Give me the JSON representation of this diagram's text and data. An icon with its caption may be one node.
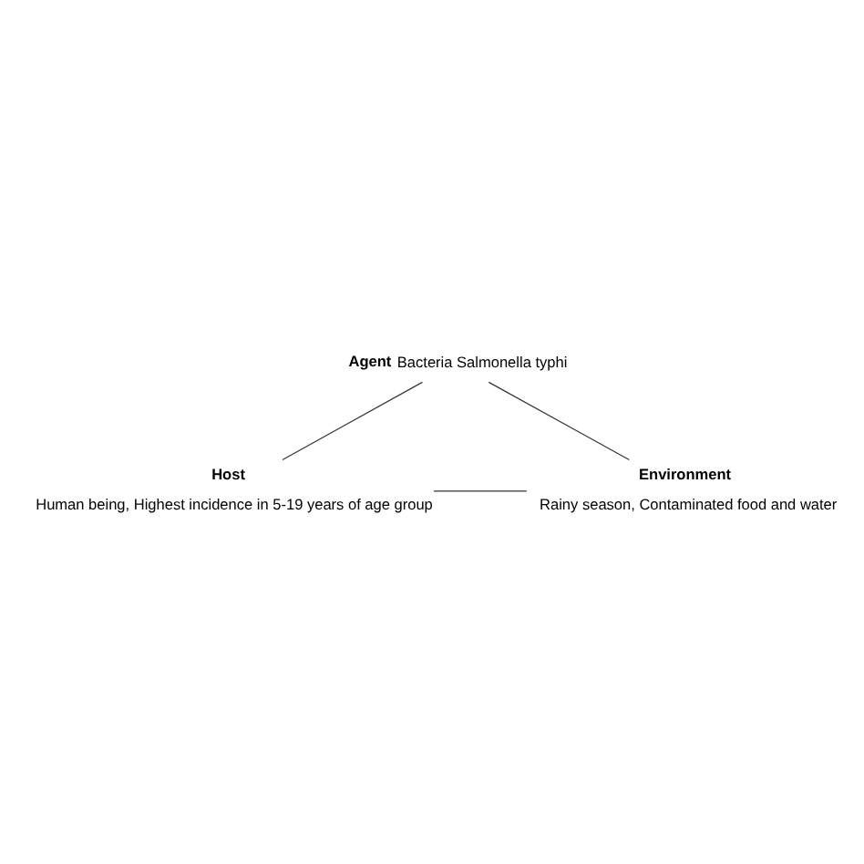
{
  "diagram": {
    "nodes": [
      {
        "text": [
          "Agent"
        ],
        "beside": [
          "Bacteria Salmonella typhi"
        ]
      },
      {
        "text": [
          "Host"
        ],
        "beside": [
          "Human being, Highest incidence in 5-19 years of age group"
        ]
      },
      {
        "text": [
          "Environment"
        ],
        "beside": [
          "Rainy season, Contaminated food and water"
        ]
      }
    ],
    "edges": [
      {
        "from": 0,
        "to": 1,
        "arrow": "none"
      },
      {
        "from": 1,
        "to": 2,
        "arrow": "none"
      },
      {
        "from": 2,
        "to": 0,
        "arrow": "none"
      }
    ]
  }
}
